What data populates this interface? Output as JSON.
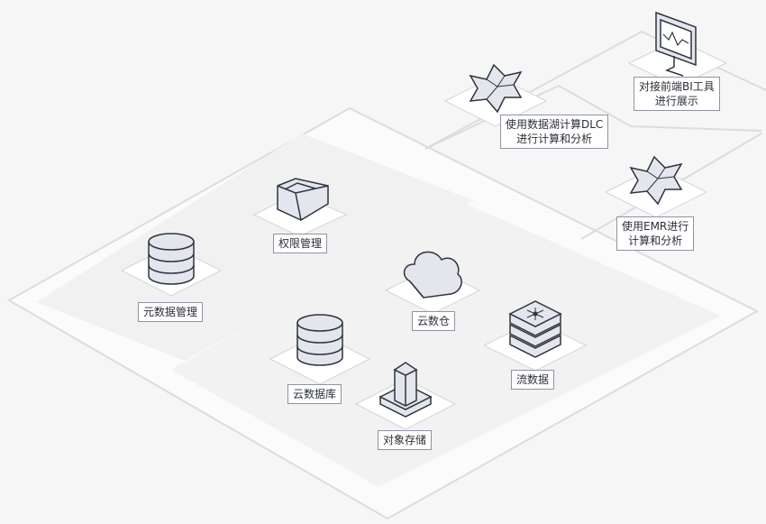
{
  "nodes": {
    "permission": {
      "label": "权限管理",
      "icon": "permission-shield-icon"
    },
    "metadata": {
      "label": "元数据管理",
      "icon": "database-icon"
    },
    "cloud_warehouse": {
      "label": "云数仓",
      "icon": "cloud-icon"
    },
    "stream": {
      "label": "流数据",
      "icon": "stream-stack-icon"
    },
    "cloud_database": {
      "label": "云数据库",
      "icon": "database-icon"
    },
    "object_storage": {
      "label": "对象存储",
      "icon": "building-storage-icon"
    },
    "dlc": {
      "line1": "使用数据湖计算DLC",
      "line2": "进行计算和分析",
      "icon": "compute-star-icon"
    },
    "bi": {
      "line1": "对接前端BI工具",
      "line2": "进行展示",
      "icon": "monitor-chart-icon"
    },
    "emr": {
      "line1": "使用EMR进行",
      "line2": "计算和分析",
      "icon": "compute-star-icon"
    }
  },
  "colors": {
    "platform_stroke": "#d9d9dc",
    "icon_fill": "#e3e6ec",
    "icon_stroke": "#2f343d",
    "label_border": "#8d95a1"
  }
}
